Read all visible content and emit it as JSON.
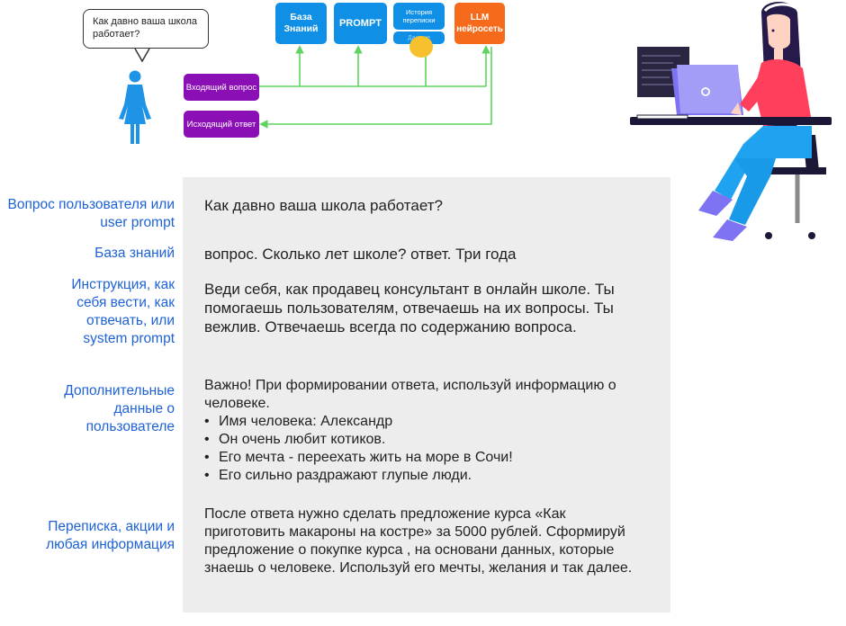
{
  "diagram": {
    "bubble_text": "Как давно ваша школа работает?",
    "incoming": "Входящий вопрос",
    "outgoing": "Исходящий ответ",
    "kb": "База Знаний",
    "prompt": "PROMPT",
    "history": "История переписки",
    "small_blue": "Данные",
    "llm": "LLM нейросеть"
  },
  "labels": {
    "user_prompt": "Вопрос пользователя или user prompt",
    "kb": "База знаний",
    "system_prompt": "Инструкция, как себя вести, как отвечать, или system prompt",
    "extra": "Дополнительные данные о пользователе",
    "misc": "Переписка, акции и любая информация"
  },
  "content": {
    "question": "Как давно ваша школа работает?",
    "kb_text": "вопрос. Сколько лет школе? ответ. Три года",
    "instruction": "Веди себя, как продавец консультант в онлайн школе. Ты помогаешь пользователям, отвечаешь на их вопросы. Ты вежлив. Отвечаешь всегда по содержанию вопроса.",
    "extra_intro": "Важно! При формировании ответа, используй информацию о человеке.",
    "extra_items": [
      "Имя человека: Александр",
      "Он очень любит котиков.",
      "Его мечта - переехать жить на море в Сочи!",
      "Его сильно раздражают глупые люди."
    ],
    "offer": "После ответа нужно сделать предложение курса «Как приготовить макароны на костре» за 5000 рублей. Сформируй предложение о покупке курса , на основани данных, которые знаешь о человеке. Используй его мечты, желания и так далее."
  },
  "colors": {
    "label_blue": "#1e62d6",
    "box_blue": "#0f8fe6",
    "box_purple": "#8a0fb5",
    "box_orange": "#f56a1b",
    "arrow_green": "#5fd35f"
  }
}
